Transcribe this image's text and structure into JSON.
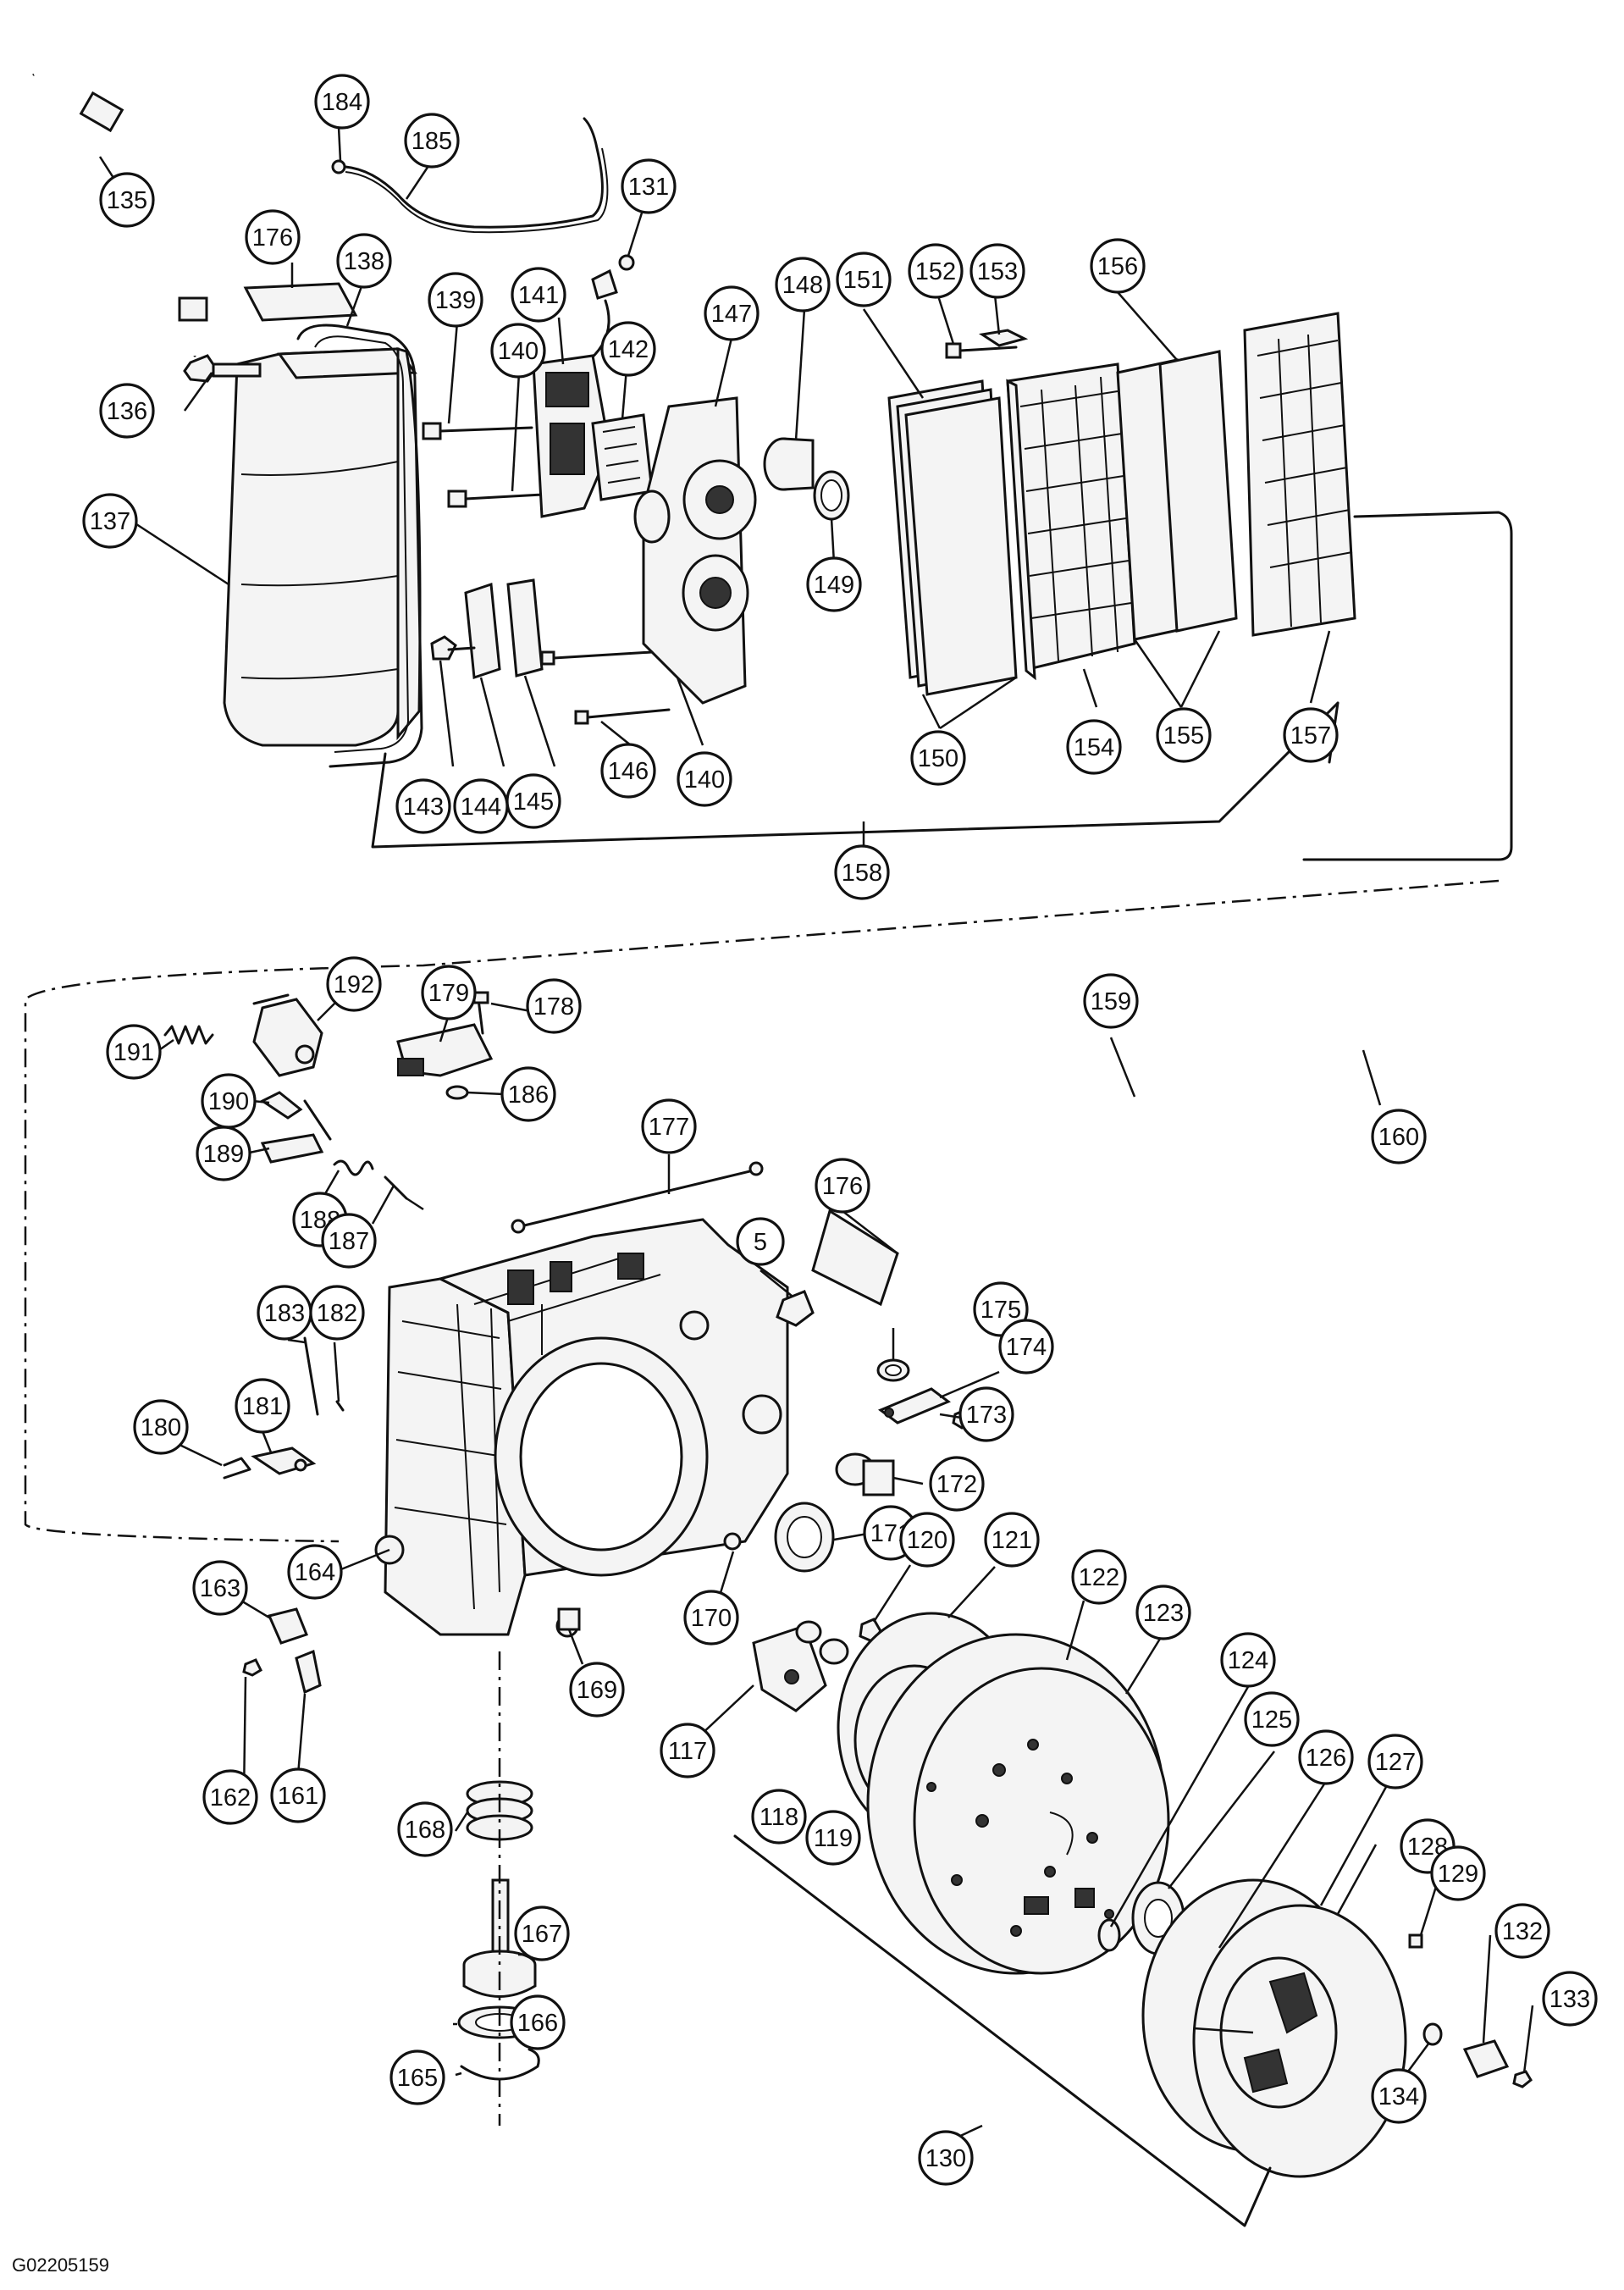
{
  "figure_id": "G02205159",
  "callouts": [
    {
      "n": "184"
    },
    {
      "n": "185"
    },
    {
      "n": "131"
    },
    {
      "n": "135"
    },
    {
      "n": "176"
    },
    {
      "n": "138"
    },
    {
      "n": "139"
    },
    {
      "n": "141"
    },
    {
      "n": "140"
    },
    {
      "n": "142"
    },
    {
      "n": "147"
    },
    {
      "n": "148"
    },
    {
      "n": "151"
    },
    {
      "n": "152"
    },
    {
      "n": "153"
    },
    {
      "n": "156"
    },
    {
      "n": "136"
    },
    {
      "n": "137"
    },
    {
      "n": "149"
    },
    {
      "n": "143"
    },
    {
      "n": "144"
    },
    {
      "n": "145"
    },
    {
      "n": "146"
    },
    {
      "n": "140"
    },
    {
      "n": "150"
    },
    {
      "n": "154"
    },
    {
      "n": "155"
    },
    {
      "n": "157"
    },
    {
      "n": "158"
    },
    {
      "n": "192"
    },
    {
      "n": "179"
    },
    {
      "n": "178"
    },
    {
      "n": "159"
    },
    {
      "n": "191"
    },
    {
      "n": "186"
    },
    {
      "n": "190"
    },
    {
      "n": "160"
    },
    {
      "n": "177"
    },
    {
      "n": "189"
    },
    {
      "n": "188"
    },
    {
      "n": "187"
    },
    {
      "n": "176"
    },
    {
      "n": "5"
    },
    {
      "n": "175"
    },
    {
      "n": "174"
    },
    {
      "n": "183"
    },
    {
      "n": "182"
    },
    {
      "n": "173"
    },
    {
      "n": "181"
    },
    {
      "n": "180"
    },
    {
      "n": "172"
    },
    {
      "n": "171"
    },
    {
      "n": "164"
    },
    {
      "n": "120"
    },
    {
      "n": "121"
    },
    {
      "n": "163"
    },
    {
      "n": "122"
    },
    {
      "n": "170"
    },
    {
      "n": "123"
    },
    {
      "n": "169"
    },
    {
      "n": "124"
    },
    {
      "n": "117"
    },
    {
      "n": "125"
    },
    {
      "n": "126"
    },
    {
      "n": "127"
    },
    {
      "n": "162"
    },
    {
      "n": "161"
    },
    {
      "n": "118"
    },
    {
      "n": "119"
    },
    {
      "n": "128"
    },
    {
      "n": "168"
    },
    {
      "n": "129"
    },
    {
      "n": "132"
    },
    {
      "n": "167"
    },
    {
      "n": "133"
    },
    {
      "n": "166"
    },
    {
      "n": "130"
    },
    {
      "n": "165"
    },
    {
      "n": "134"
    }
  ]
}
